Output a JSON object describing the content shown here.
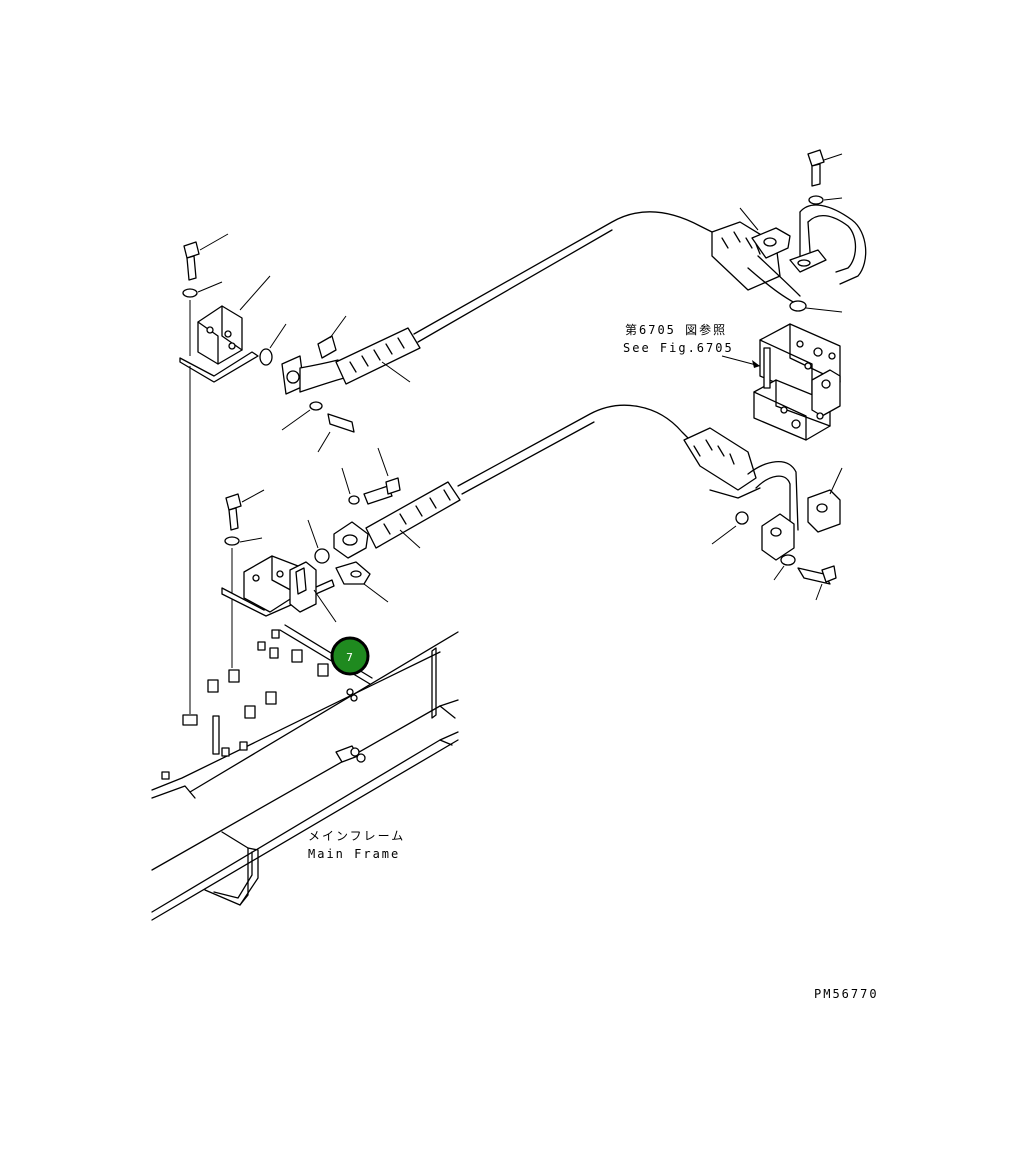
{
  "labels": {
    "fig_ref_jp": "第6705 図参照",
    "fig_ref_en": "See Fig.6705",
    "main_frame_jp": "メインフレーム",
    "main_frame_en": "Main Frame",
    "drawing_code": "PM56770"
  },
  "callout": {
    "number": "7",
    "fill_color": "#1f8a1f",
    "border_color": "#000000"
  }
}
